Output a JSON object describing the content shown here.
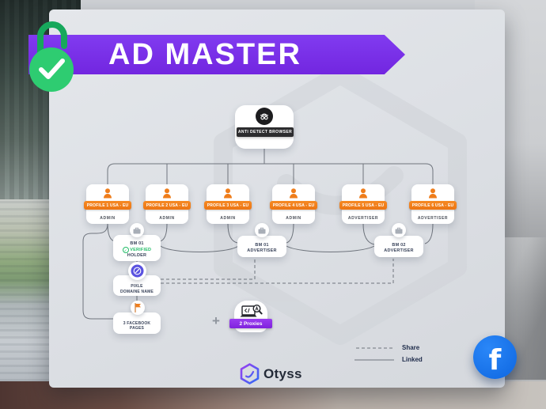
{
  "banner": {
    "title": "AD MASTER"
  },
  "diagram": {
    "browser": {
      "label": "ANTI DETECT BROWSER"
    },
    "profiles": [
      {
        "label": "PROFILE 1 USA - EU",
        "role": "ADMIN"
      },
      {
        "label": "PROFILE 2 USA - EU",
        "role": "ADMIN"
      },
      {
        "label": "PROFILE 3 USA - EU",
        "role": "ADMIN"
      },
      {
        "label": "PROFILE 4 USA - EU",
        "role": "ADMIN"
      },
      {
        "label": "PROFILE 5 USA - EU",
        "role": "ADVERTISER"
      },
      {
        "label": "PROFILE 6 USA - EU",
        "role": "ADVERTISER"
      }
    ],
    "business_managers": [
      {
        "name": "BM 01",
        "status": "VERIFIED",
        "role": "HOLDER"
      },
      {
        "name": "BM 01",
        "role": "ADVERTISER"
      },
      {
        "name": "BM 02",
        "role": "ADVERTISER"
      }
    ],
    "pixel": {
      "line1": "PIXLE",
      "line2": "DOMAINE NAME"
    },
    "pages": {
      "line1": "3 FACEBOOK",
      "line2": "PAGES"
    },
    "proxies": {
      "plus": "+",
      "badge": "2 Proxies"
    }
  },
  "legend": {
    "share": "Share",
    "linked": "Linked"
  },
  "brand": {
    "name": "Otyss"
  },
  "facebook": {
    "glyph": "f"
  },
  "colors": {
    "accent_orange": "#ef7d1b",
    "banner_purple": "#7a2be8",
    "badge_purple": "#8e2de2",
    "verified_green": "#23bd68",
    "lock_green": "#2ecc71",
    "facebook_blue": "#1877f2",
    "line_gray": "#5c626b",
    "card_gray": "#dde0e4"
  }
}
